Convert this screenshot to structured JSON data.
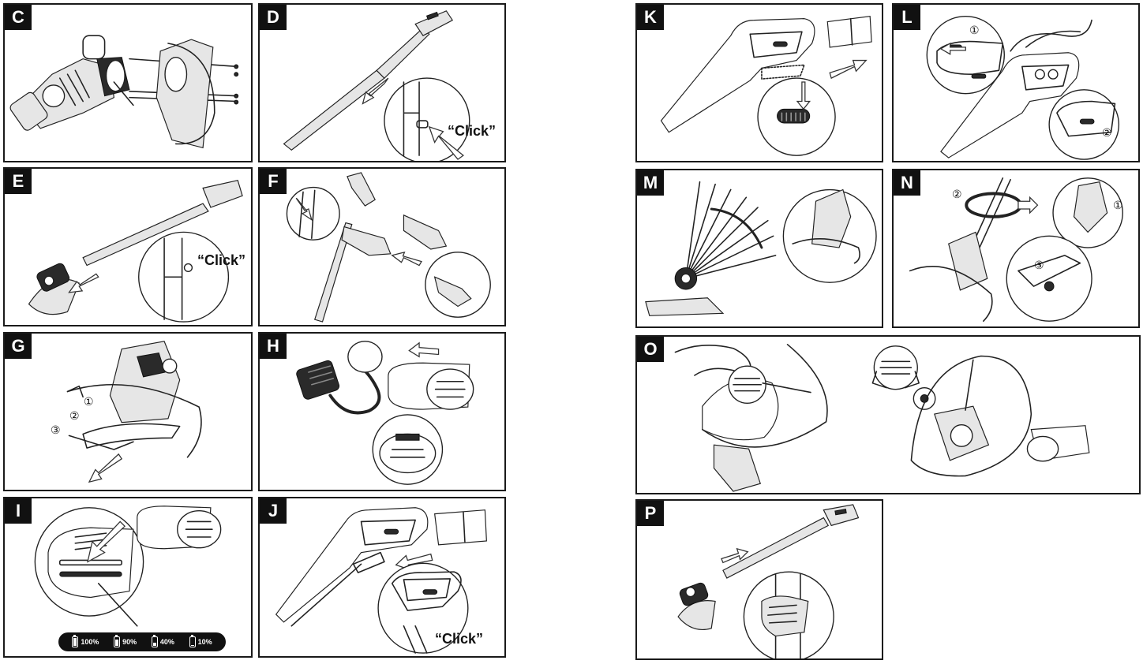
{
  "panels": {
    "C": {
      "label": "C"
    },
    "D": {
      "label": "D",
      "click": "“Click”"
    },
    "E": {
      "label": "E",
      "click": "“Click”"
    },
    "F": {
      "label": "F"
    },
    "G": {
      "label": "G",
      "steps": [
        "①",
        "②",
        "③"
      ]
    },
    "H": {
      "label": "H"
    },
    "I": {
      "label": "I",
      "battery_levels": [
        {
          "text": "100%",
          "level": 1.0
        },
        {
          "text": "90%",
          "level": 0.9
        },
        {
          "text": "40%",
          "level": 0.4
        },
        {
          "text": "10%",
          "level": 0.1
        }
      ]
    },
    "J": {
      "label": "J",
      "click": "“Click”"
    },
    "K": {
      "label": "K"
    },
    "L": {
      "label": "L",
      "steps": [
        "①",
        "②"
      ]
    },
    "M": {
      "label": "M"
    },
    "N": {
      "label": "N",
      "steps": [
        "①",
        "②",
        "③"
      ]
    },
    "O": {
      "label": "O"
    },
    "P": {
      "label": "P"
    }
  }
}
